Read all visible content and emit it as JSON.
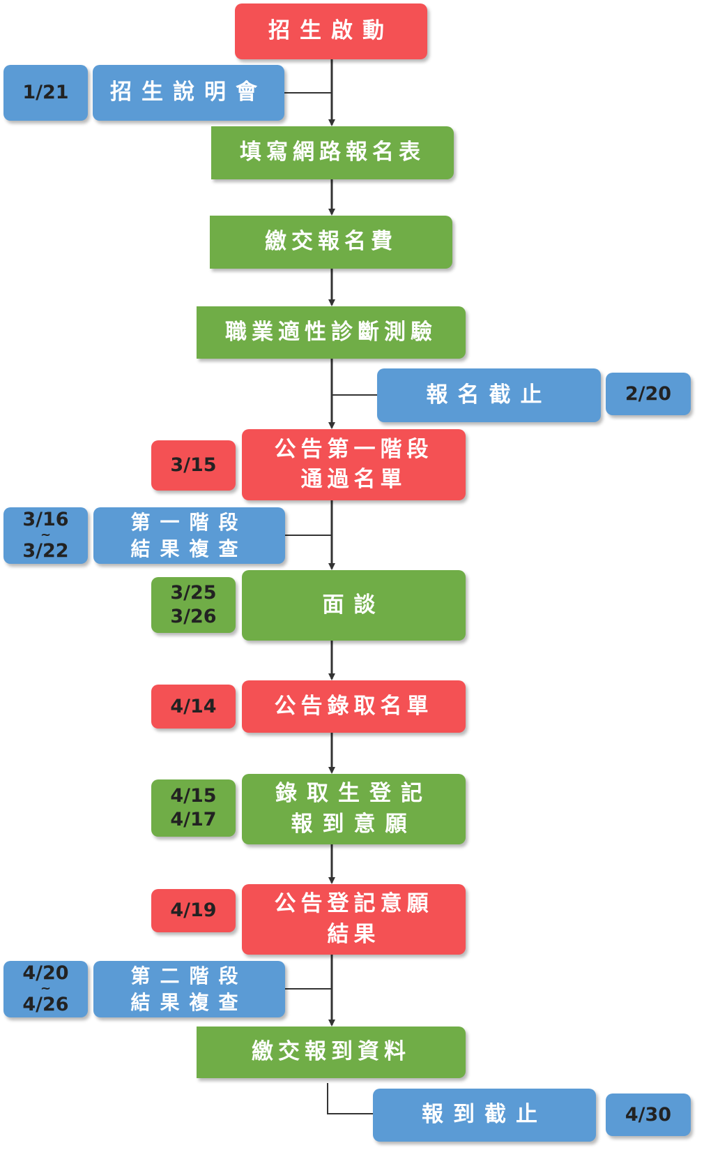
{
  "colors": {
    "red": "#f45154",
    "blue": "#5b9bd5",
    "green": "#70ad47",
    "line": "#333333"
  },
  "steps": {
    "start": "招生啟動",
    "info_session": "招生說明會",
    "info_session_date": "1/21",
    "online_form": "填寫網路報名表",
    "pay_fee": "繳交報名費",
    "aptitude_test": "職業適性診斷測驗",
    "reg_deadline": "報名截止",
    "reg_deadline_date": "2/20",
    "stage1_announce_l1": "公告第一階段",
    "stage1_announce_l2": "通過名單",
    "stage1_announce_date": "3/15",
    "stage1_review_l1": "第一階段",
    "stage1_review_l2": "結果複查",
    "stage1_review_date_from": "3/16",
    "stage1_review_date_sep": "~",
    "stage1_review_date_to": "3/22",
    "interview": "面談",
    "interview_date1": "3/25",
    "interview_date2": "3/26",
    "admission_announce": "公告錄取名單",
    "admission_announce_date": "4/14",
    "intent_l1": "錄取生登記",
    "intent_l2": "報到意願",
    "intent_date1": "4/15",
    "intent_date2": "4/17",
    "intent_result_l1": "公告登記意願",
    "intent_result_l2": "結果",
    "intent_result_date": "4/19",
    "stage2_review_l1": "第二階段",
    "stage2_review_l2": "結果複查",
    "stage2_review_date_from": "4/20",
    "stage2_review_date_sep": "~",
    "stage2_review_date_to": "4/26",
    "submit_docs": "繳交報到資料",
    "enroll_deadline": "報到截止",
    "enroll_deadline_date": "4/30"
  }
}
